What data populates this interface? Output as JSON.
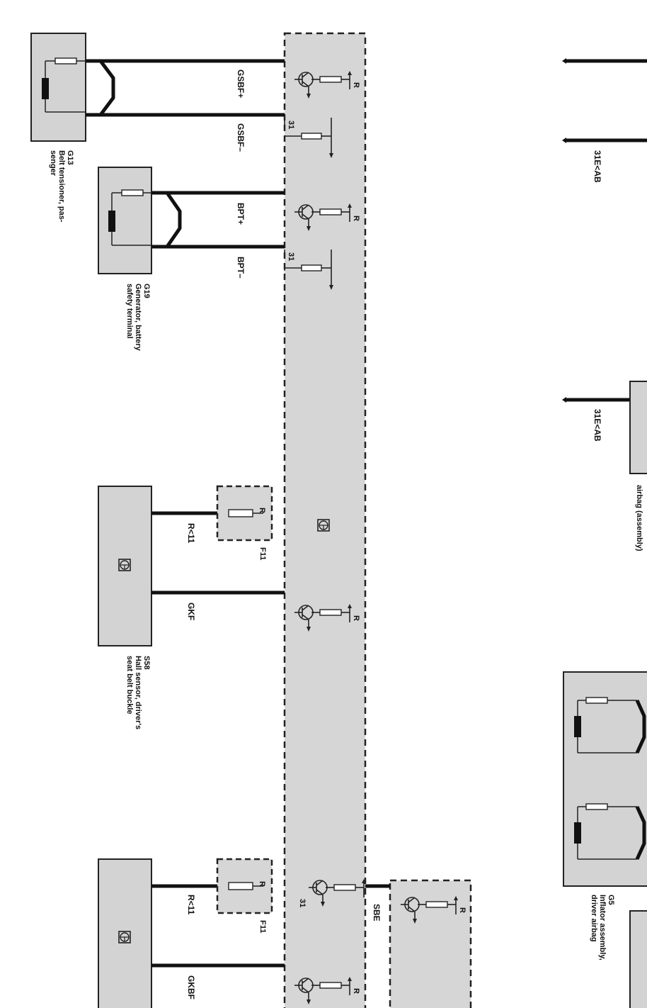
{
  "components": {
    "g13": {
      "code": "G13",
      "desc_1": "Belt tensioner, pas-",
      "desc_2": "senger"
    },
    "g19": {
      "code": "G19",
      "desc_1": "Generator, battery",
      "desc_2": "safety terminal"
    },
    "s58": {
      "code": "S58",
      "desc_1": "Hall sensor, driver's",
      "desc_2": "seat belt buckle"
    },
    "g5": {
      "code": "G5",
      "desc_1": "Inflator assembly,",
      "desc_2": "driver airbag"
    },
    "airbag_partial": "airbag (assembly)",
    "f11": "F11"
  },
  "wires": {
    "gsbf_plus": "GSBF+",
    "gsbf_minus": "GSBF–",
    "bpt_plus": "BPT+",
    "bpt_minus": "BPT–",
    "r_lt_11": "R<11",
    "gkf": "GKF",
    "gkbf": "GKBF",
    "sbe": "SBE",
    "ground_31e": "31E<AB"
  },
  "pins": {
    "r": "R",
    "ground_31": "31"
  }
}
